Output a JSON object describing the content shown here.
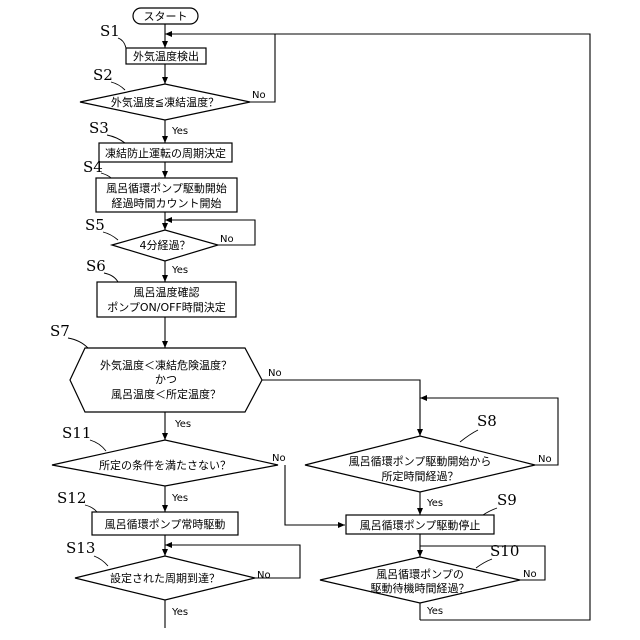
{
  "start": "スタート",
  "s1": {
    "label": "S1",
    "text": "外気温度検出"
  },
  "s2": {
    "label": "S2",
    "text": "外気温度≦凍結温度？",
    "yes": "Yes",
    "no": "No"
  },
  "s3": {
    "label": "S3",
    "text": "凍結防止運転の周期決定"
  },
  "s4": {
    "label": "S4",
    "line1": "風呂循環ポンプ駆動開始",
    "line2": "経過時間カウント開始"
  },
  "s5": {
    "label": "S5",
    "text": "4分経過？",
    "yes": "Yes",
    "no": "No"
  },
  "s6": {
    "label": "S6",
    "line1": "風呂温度確認",
    "line2": "ポンプON/OFF時間決定"
  },
  "s7": {
    "label": "S7",
    "line1": "外気温度＜凍結危険温度？",
    "line2": "かつ",
    "line3": "風呂温度＜所定温度？",
    "yes": "Yes",
    "no": "No"
  },
  "s8": {
    "label": "S8",
    "line1": "風呂循環ポンプ駆動開始から",
    "line2": "所定時間経過？",
    "yes": "Yes",
    "no": "No"
  },
  "s9": {
    "label": "S9",
    "text": "風呂循環ポンプ駆動停止"
  },
  "s10": {
    "label": "S10",
    "line1": "風呂循環ポンプの",
    "line2": "駆動待機時間経過？",
    "yes": "Yes",
    "no": "No"
  },
  "s11": {
    "label": "S11",
    "text": "所定の条件を満たさない？",
    "yes": "Yes",
    "no": "No"
  },
  "s12": {
    "label": "S12",
    "text": "風呂循環ポンプ常時駆動"
  },
  "s13": {
    "label": "S13",
    "text": "設定された周期到達？",
    "yes": "Yes",
    "no": "No"
  }
}
